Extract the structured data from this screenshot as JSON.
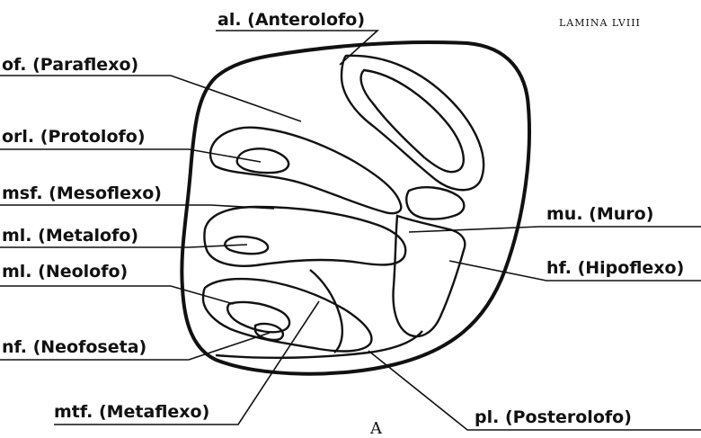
{
  "plate": "LAMINA LVIII",
  "figure_letter": "A",
  "labels": {
    "anterolofo": "al. (Anterolofo)",
    "paraflexo": "of. (Paraflexo)",
    "protolofo": "orl. (Protolofo)",
    "mesoflexo": "msf. (Mesoflexo)",
    "metalofo": "ml. (Metalofo)",
    "neolofo": "ml. (Neolofo)",
    "neofoseta": "nf. (Neofoseta)",
    "metaflexo": "mtf. (Metaflexo)",
    "muro": "mu. (Muro)",
    "hipoflexo": "hf. (Hipoflexo)",
    "posterolofo": "pl. (Posterolofo)"
  }
}
